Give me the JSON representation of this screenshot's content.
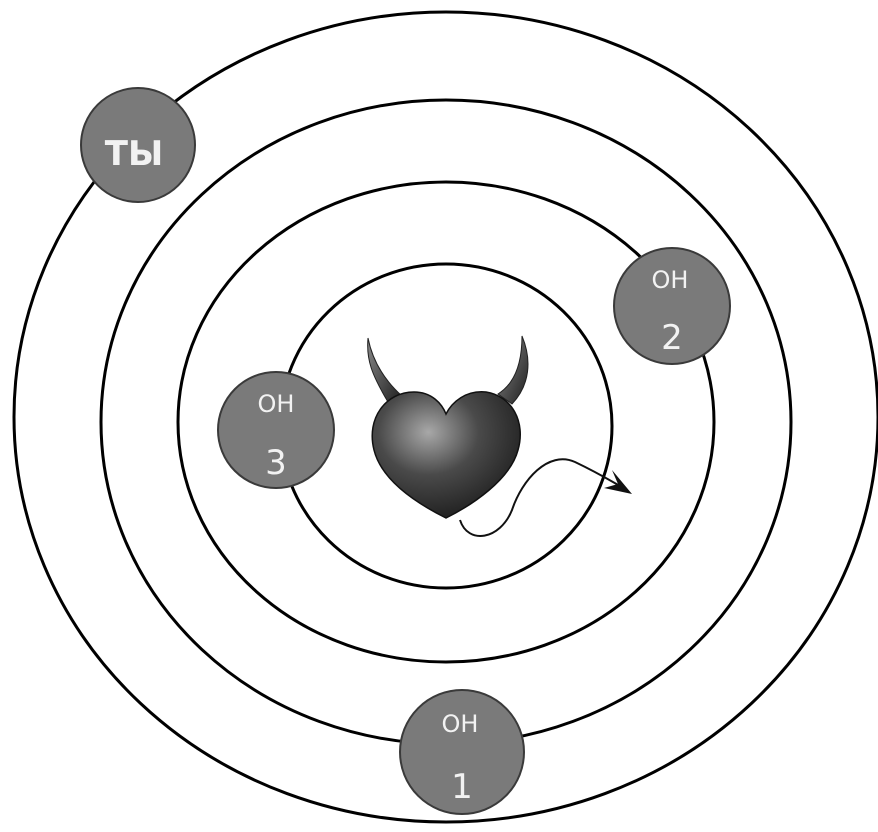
{
  "diagram": {
    "center_icon": "devil-heart-icon",
    "rings": 4,
    "nodes": [
      {
        "id": "you",
        "label": "ТЫ",
        "number": ""
      },
      {
        "id": "he-1",
        "label": "ОН",
        "number": "1"
      },
      {
        "id": "he-2",
        "label": "ОН",
        "number": "2"
      },
      {
        "id": "he-3",
        "label": "ОН",
        "number": "3"
      }
    ]
  },
  "colors": {
    "background": "#ffffff",
    "ring_stroke": "#000000",
    "node_fill": "#7a7a7a",
    "node_text": "#f2f2f2",
    "heart_dark": "#2a2a2a",
    "heart_light": "#9a9a9a"
  }
}
